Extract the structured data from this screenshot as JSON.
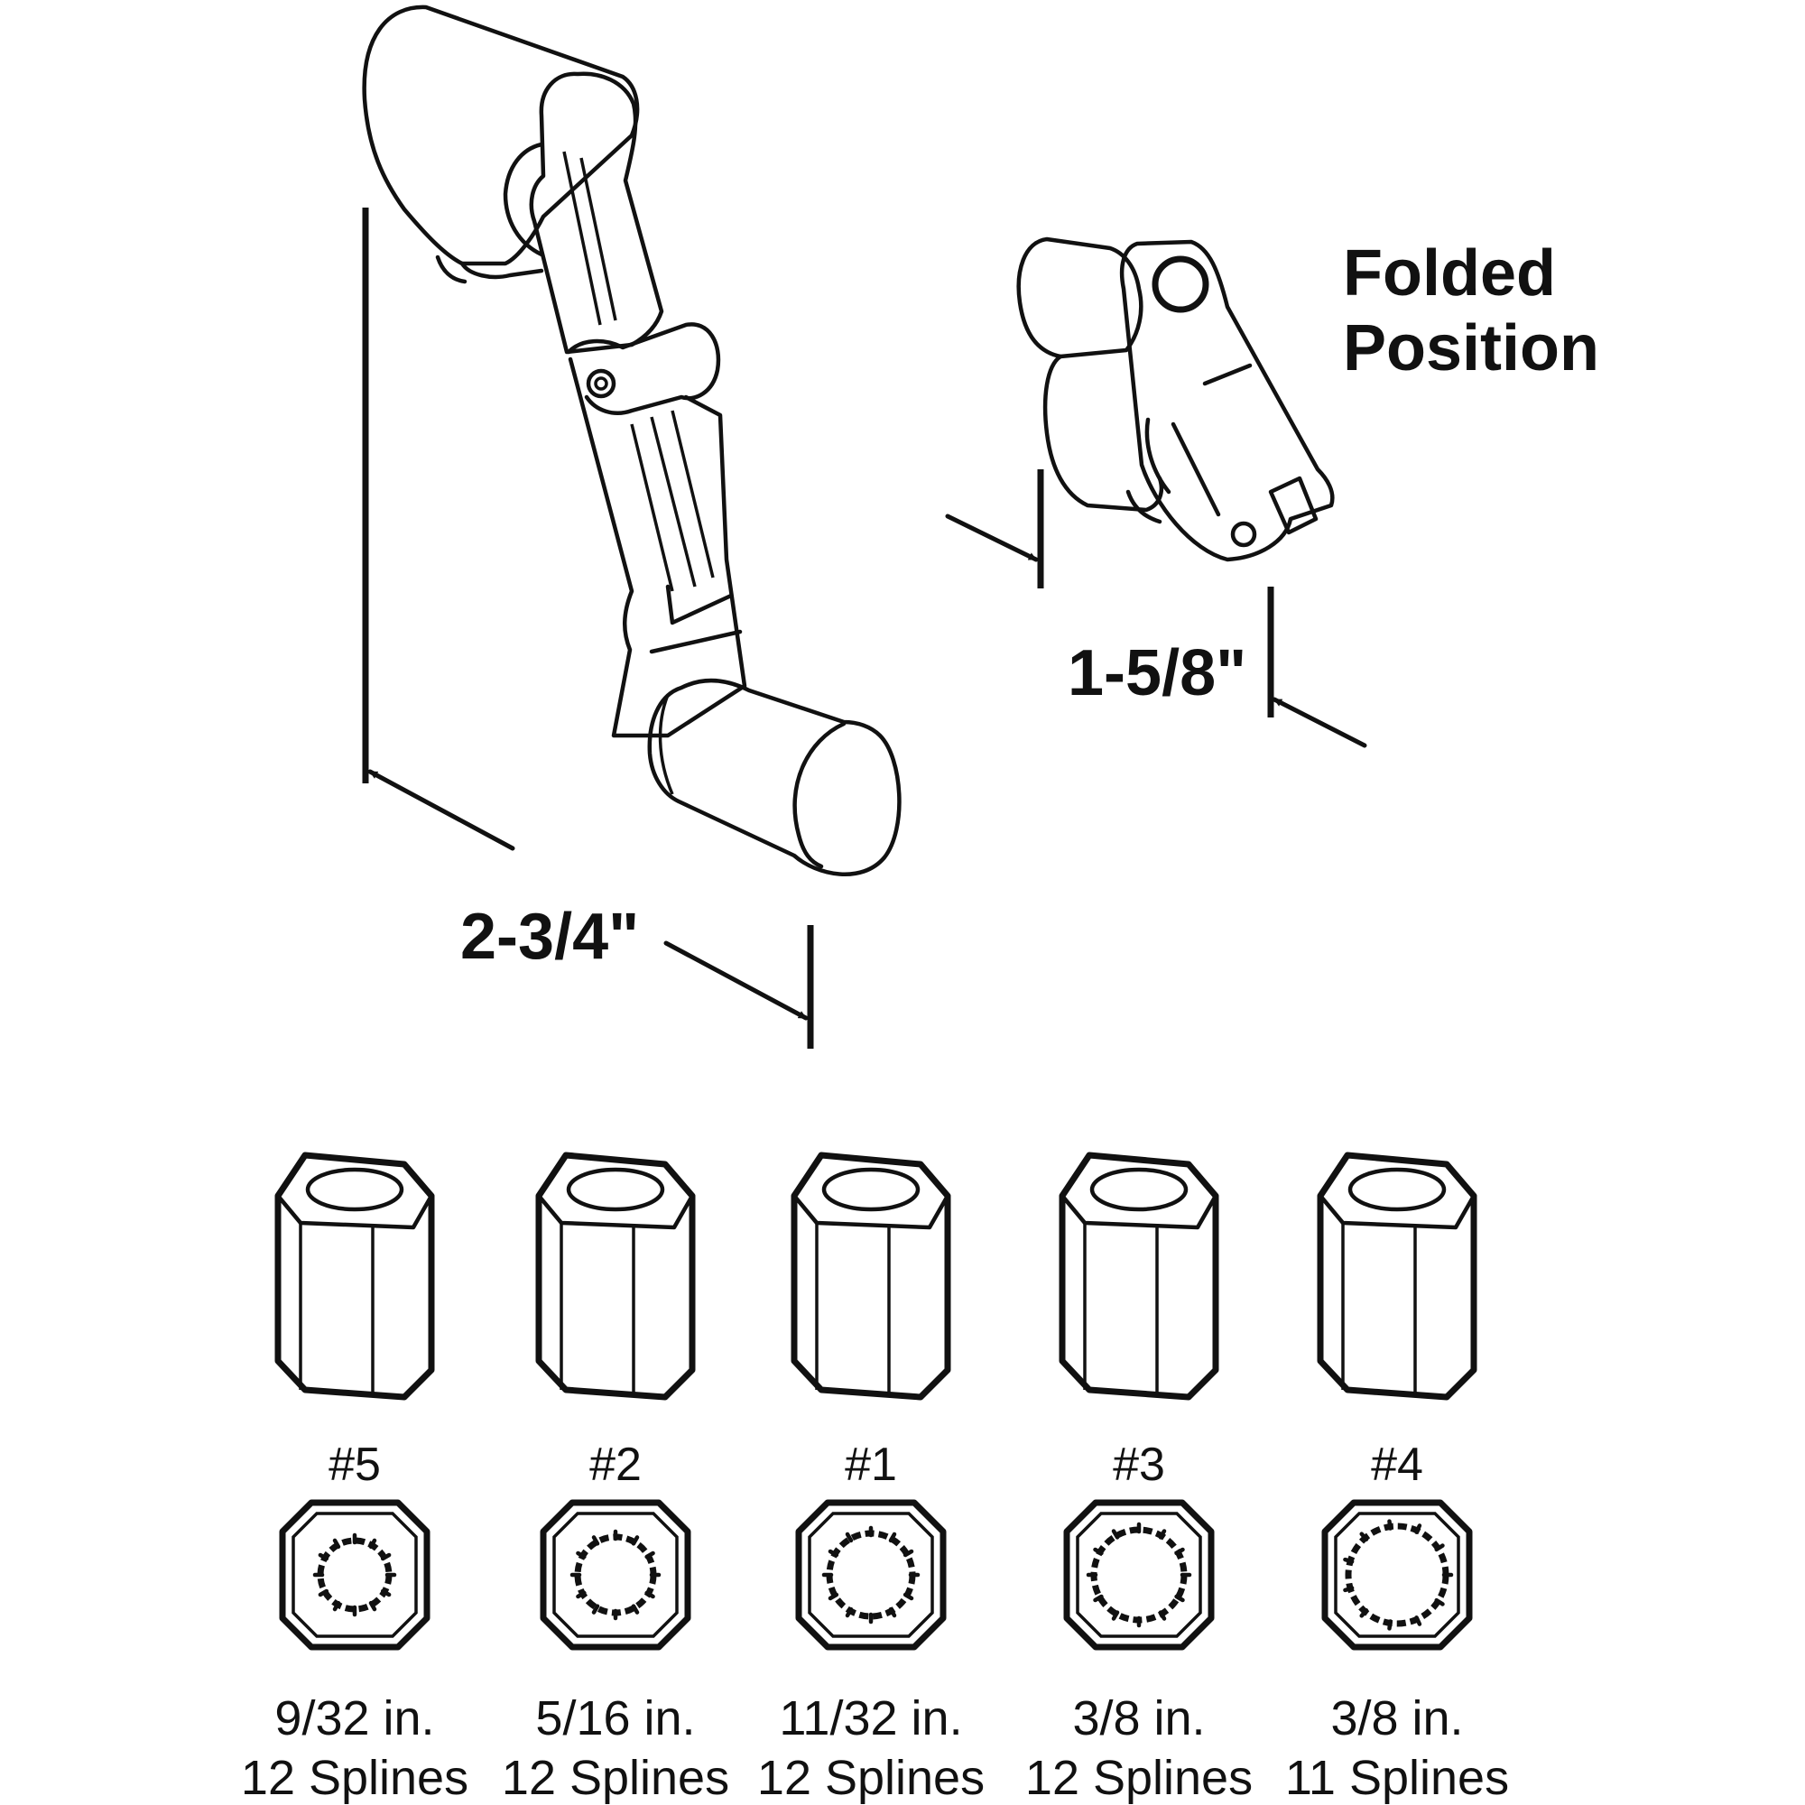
{
  "folded_label": {
    "line1": "Folded",
    "line2": "Position"
  },
  "dimensions": {
    "extended": "2-3/4\"",
    "folded": "1-5/8\""
  },
  "adapters": [
    {
      "number": "#5",
      "size": "9/32 in.",
      "splines_label": "12 Splines",
      "spline_count": 12
    },
    {
      "number": "#2",
      "size": "5/16 in.",
      "splines_label": "12 Splines",
      "spline_count": 12
    },
    {
      "number": "#1",
      "size": "11/32 in.",
      "splines_label": "12 Splines",
      "spline_count": 12
    },
    {
      "number": "#3",
      "size": "3/8 in.",
      "splines_label": "12 Splines",
      "spline_count": 12
    },
    {
      "number": "#4",
      "size": "3/8 in.",
      "splines_label": "11 Splines",
      "spline_count": 11
    }
  ]
}
